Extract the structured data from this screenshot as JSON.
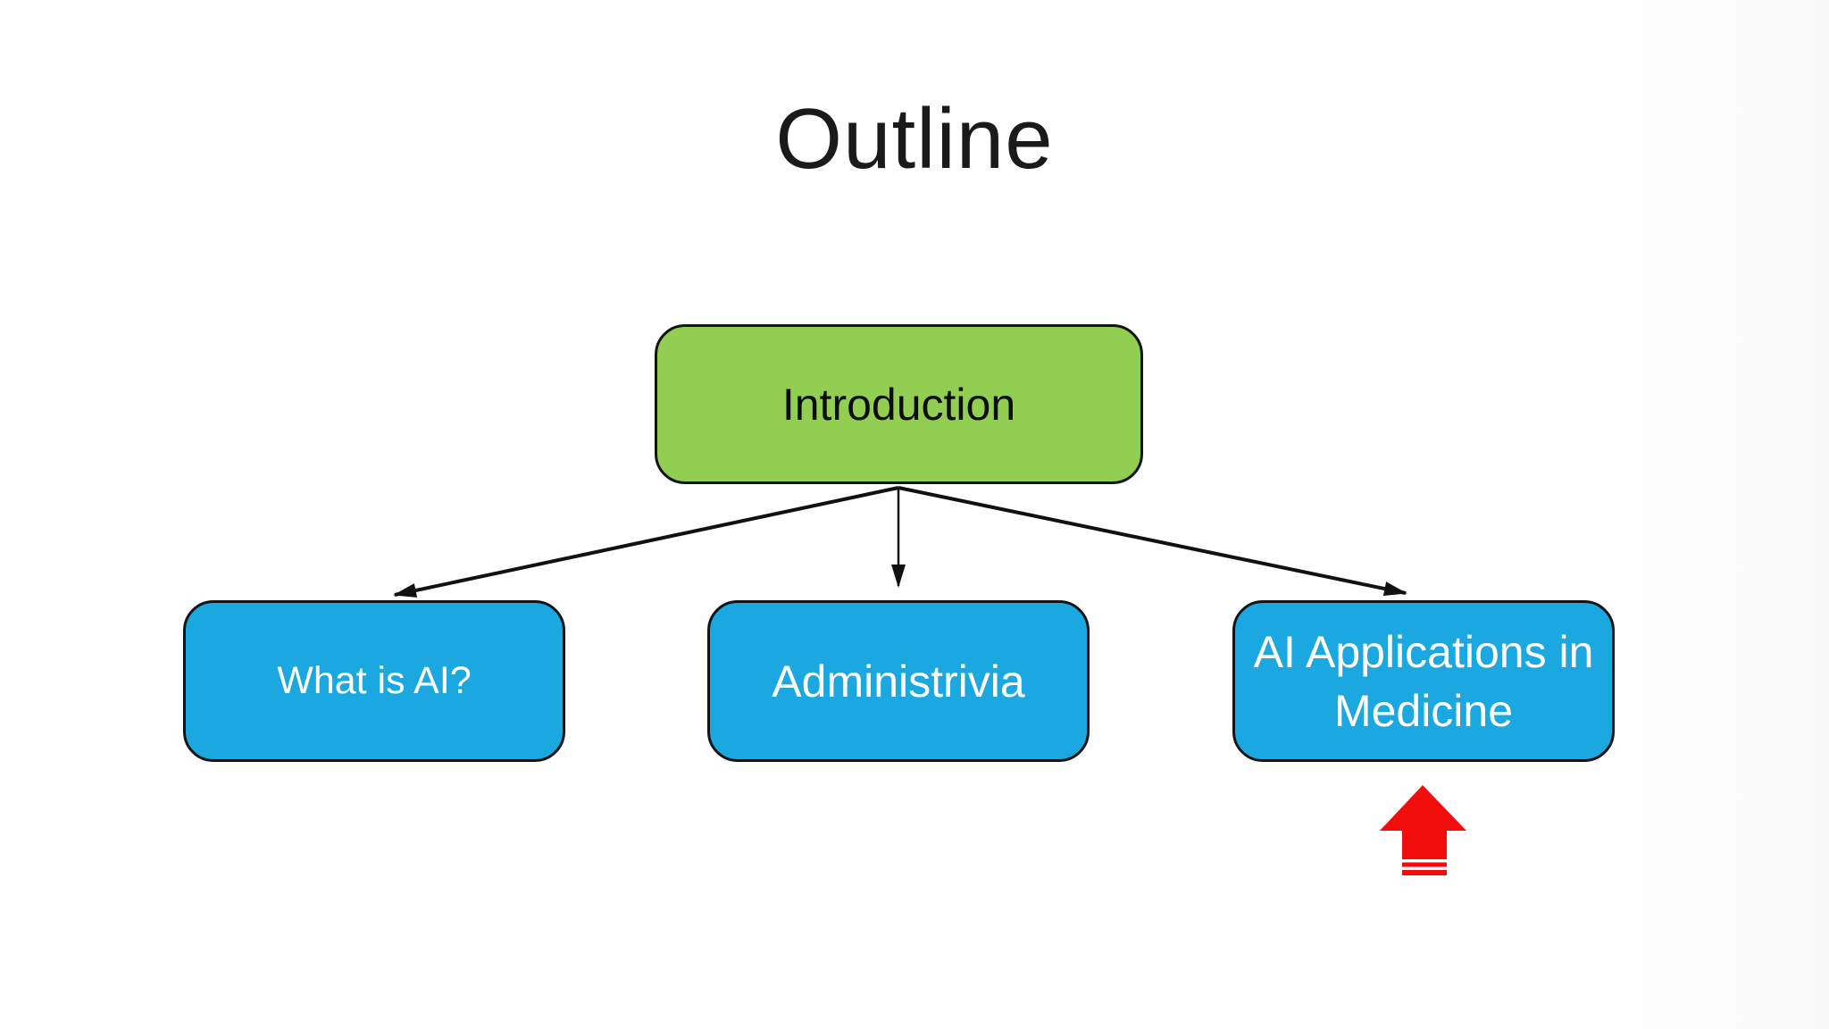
{
  "slide": {
    "title": "Outline",
    "background_color": "#ffffff"
  },
  "diagram": {
    "root_node": {
      "label": "Introduction",
      "fill_color": "#92CE51",
      "border_color": "#141414",
      "text_color": "#0d0d0d"
    },
    "child_nodes": [
      {
        "label": "What is AI?",
        "fill_color": "#1BA8E0",
        "border_color": "#141414",
        "text_color": "#ffffff"
      },
      {
        "label": "Administrivia",
        "fill_color": "#1BA8E0",
        "border_color": "#141414",
        "text_color": "#ffffff"
      },
      {
        "label": "AI Applications in Medicine",
        "fill_color": "#1BA8E0",
        "border_color": "#141414",
        "text_color": "#ffffff"
      }
    ],
    "edges": [
      {
        "from": "Introduction",
        "to": "What is AI?"
      },
      {
        "from": "Introduction",
        "to": "Administrivia"
      },
      {
        "from": "Introduction",
        "to": "AI Applications in Medicine"
      }
    ],
    "connector_color": "#111111",
    "pointer": {
      "icon": "up-arrow-icon",
      "color": "#F20D0D",
      "points_to": "AI Applications in Medicine"
    }
  }
}
